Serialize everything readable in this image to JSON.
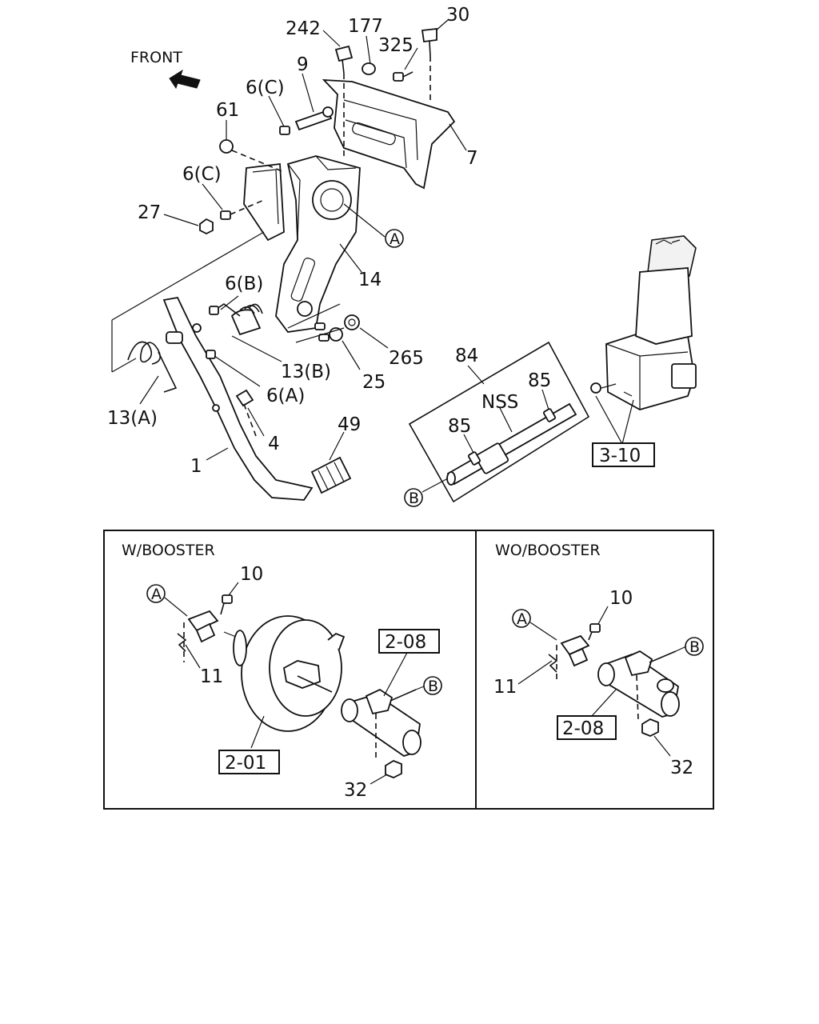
{
  "direction_label": "FRONT",
  "callouts": {
    "c242": "242",
    "c177": "177",
    "c30": "30",
    "c325": "325",
    "c9": "9",
    "c6c_top": "6(C)",
    "c61": "61",
    "c7": "7",
    "c6c_mid": "6(C)",
    "c27": "27",
    "cA_top": "A",
    "c14": "14",
    "c6b": "6(B)",
    "c265": "265",
    "c13b": "13(B)",
    "c25": "25",
    "c6a": "6(A)",
    "c13a": "13(A)",
    "c4": "4",
    "c49": "49",
    "c1": "1",
    "c84": "84",
    "c85_right": "85",
    "c_nss": "NSS",
    "c85_left": "85",
    "cB_bottom": "B",
    "c3_10": "3-10"
  },
  "panels": {
    "w_booster": {
      "title": "W/BOOSTER",
      "c10": "10",
      "cA": "A",
      "c11": "11",
      "c2_08": "2-08",
      "cB": "B",
      "c2_01": "2-01",
      "c32": "32"
    },
    "wo_booster": {
      "title": "WO/BOOSTER",
      "c10": "10",
      "cA": "A",
      "cB": "B",
      "c11": "11",
      "c2_08": "2-08",
      "c32": "32"
    }
  }
}
